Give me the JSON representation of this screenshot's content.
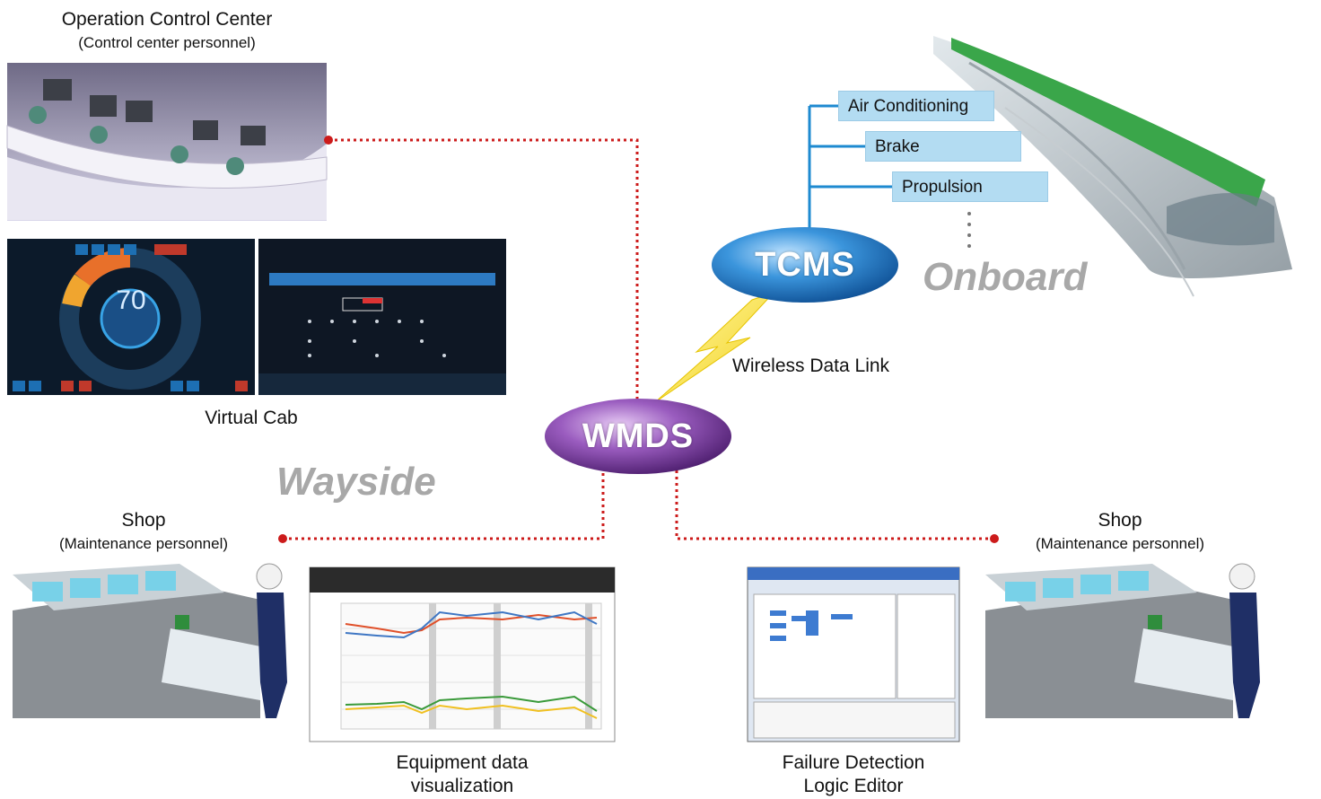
{
  "labels": {
    "occ_title": "Operation Control Center",
    "occ_subtitle": "(Control center personnel)",
    "virtual_cab": "Virtual Cab",
    "wayside": "Wayside",
    "onboard": "Onboard",
    "wireless": "Wireless Data Link",
    "shop_left_title": "Shop",
    "shop_left_sub": "(Maintenance personnel)",
    "shop_right_title": "Shop",
    "shop_right_sub": "(Maintenance personnel)",
    "equip_line1": "Equipment data",
    "equip_line2": "visualization",
    "fdl_line1": "Failure Detection",
    "fdl_line2": "Logic Editor"
  },
  "nodes": {
    "tcms": "TCMS",
    "wmds": "WMDS"
  },
  "subsystems": [
    "Air Conditioning",
    "Brake",
    "Propulsion"
  ],
  "virtual_cab_speed": "70",
  "colors": {
    "link_dots": "#cc1b1b",
    "tcms_blue": "#1e7ec8",
    "wmds_purple": "#7b3f9e",
    "subsystem_box": "#b3dcf2",
    "zone_text": "#a8a8a8",
    "train_green": "#3aa64a"
  }
}
